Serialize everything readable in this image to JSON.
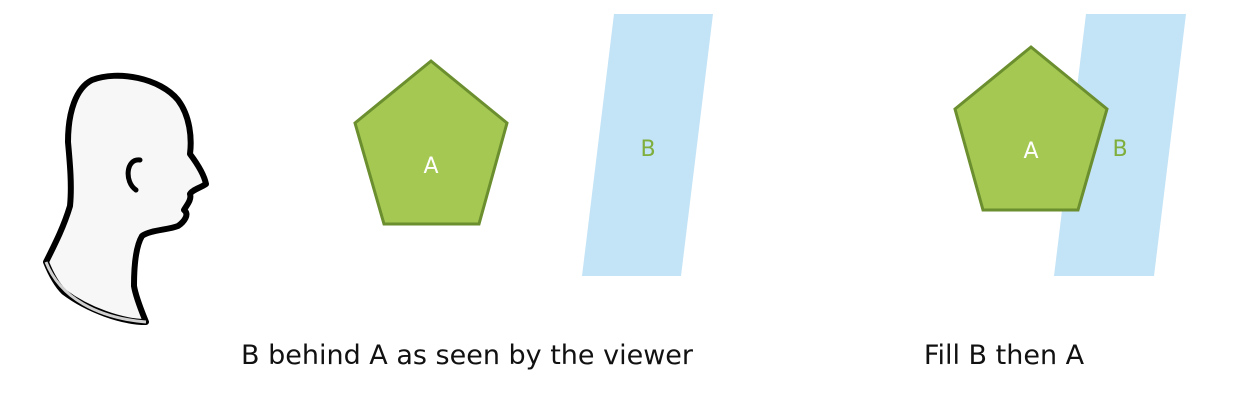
{
  "viewer": {
    "icon": "head-profile-icon"
  },
  "left_scene": {
    "shape_a": {
      "label": "A",
      "fill": "#a4c852",
      "stroke": "#6b8e2e",
      "text_color": "#ffffff"
    },
    "shape_b": {
      "label": "B",
      "fill": "#c3e3f6",
      "text_color": "#7fae3c"
    },
    "caption": "B behind A as seen by the viewer"
  },
  "right_scene": {
    "shape_a": {
      "label": "A",
      "fill": "#a4c852",
      "stroke": "#6b8e2e",
      "text_color": "#ffffff"
    },
    "shape_b": {
      "label": "B",
      "fill": "#c3e3f6",
      "text_color": "#7fae3c"
    },
    "caption": "Fill B then A"
  }
}
